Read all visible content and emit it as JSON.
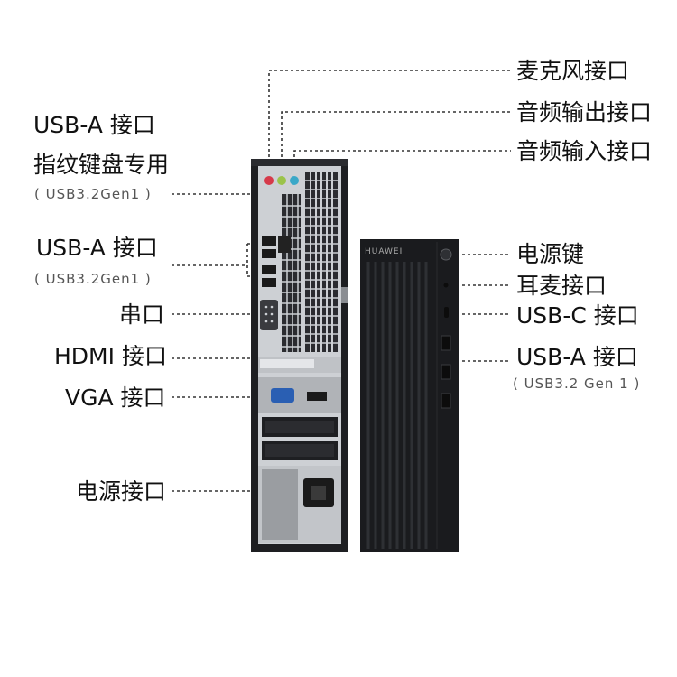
{
  "brand": "HUAWEI",
  "left_labels": {
    "usb_a_fp_title": "USB-A 接口",
    "usb_a_fp_desc": "指纹键盘专用",
    "usb_a_fp_spec": "( USB3.2Gen1 )",
    "usb_a_title": "USB-A 接口",
    "usb_a_spec": "( USB3.2Gen1 )",
    "serial": "串口",
    "hdmi": "HDMI 接口",
    "vga": "VGA 接口",
    "power_in": "电源接口"
  },
  "right_labels": {
    "mic": "麦克风接口",
    "audio_out": "音频输出接口",
    "audio_in": "音频输入接口",
    "power_button": "电源键",
    "headset": "耳麦接口",
    "usb_c": "USB-C 接口",
    "usb_a_front": "USB-A 接口",
    "usb_a_front_spec": "( USB3.2 Gen 1 )"
  },
  "colors": {
    "chassis": "#1a1b1e",
    "back_panel": "#c9cbcf",
    "leader_line": "#333333",
    "mic_port": "#d63a4a",
    "audio_out_port": "#9bc34a",
    "audio_in_port": "#3aa8c8",
    "vga_port": "#2a5fb3"
  }
}
